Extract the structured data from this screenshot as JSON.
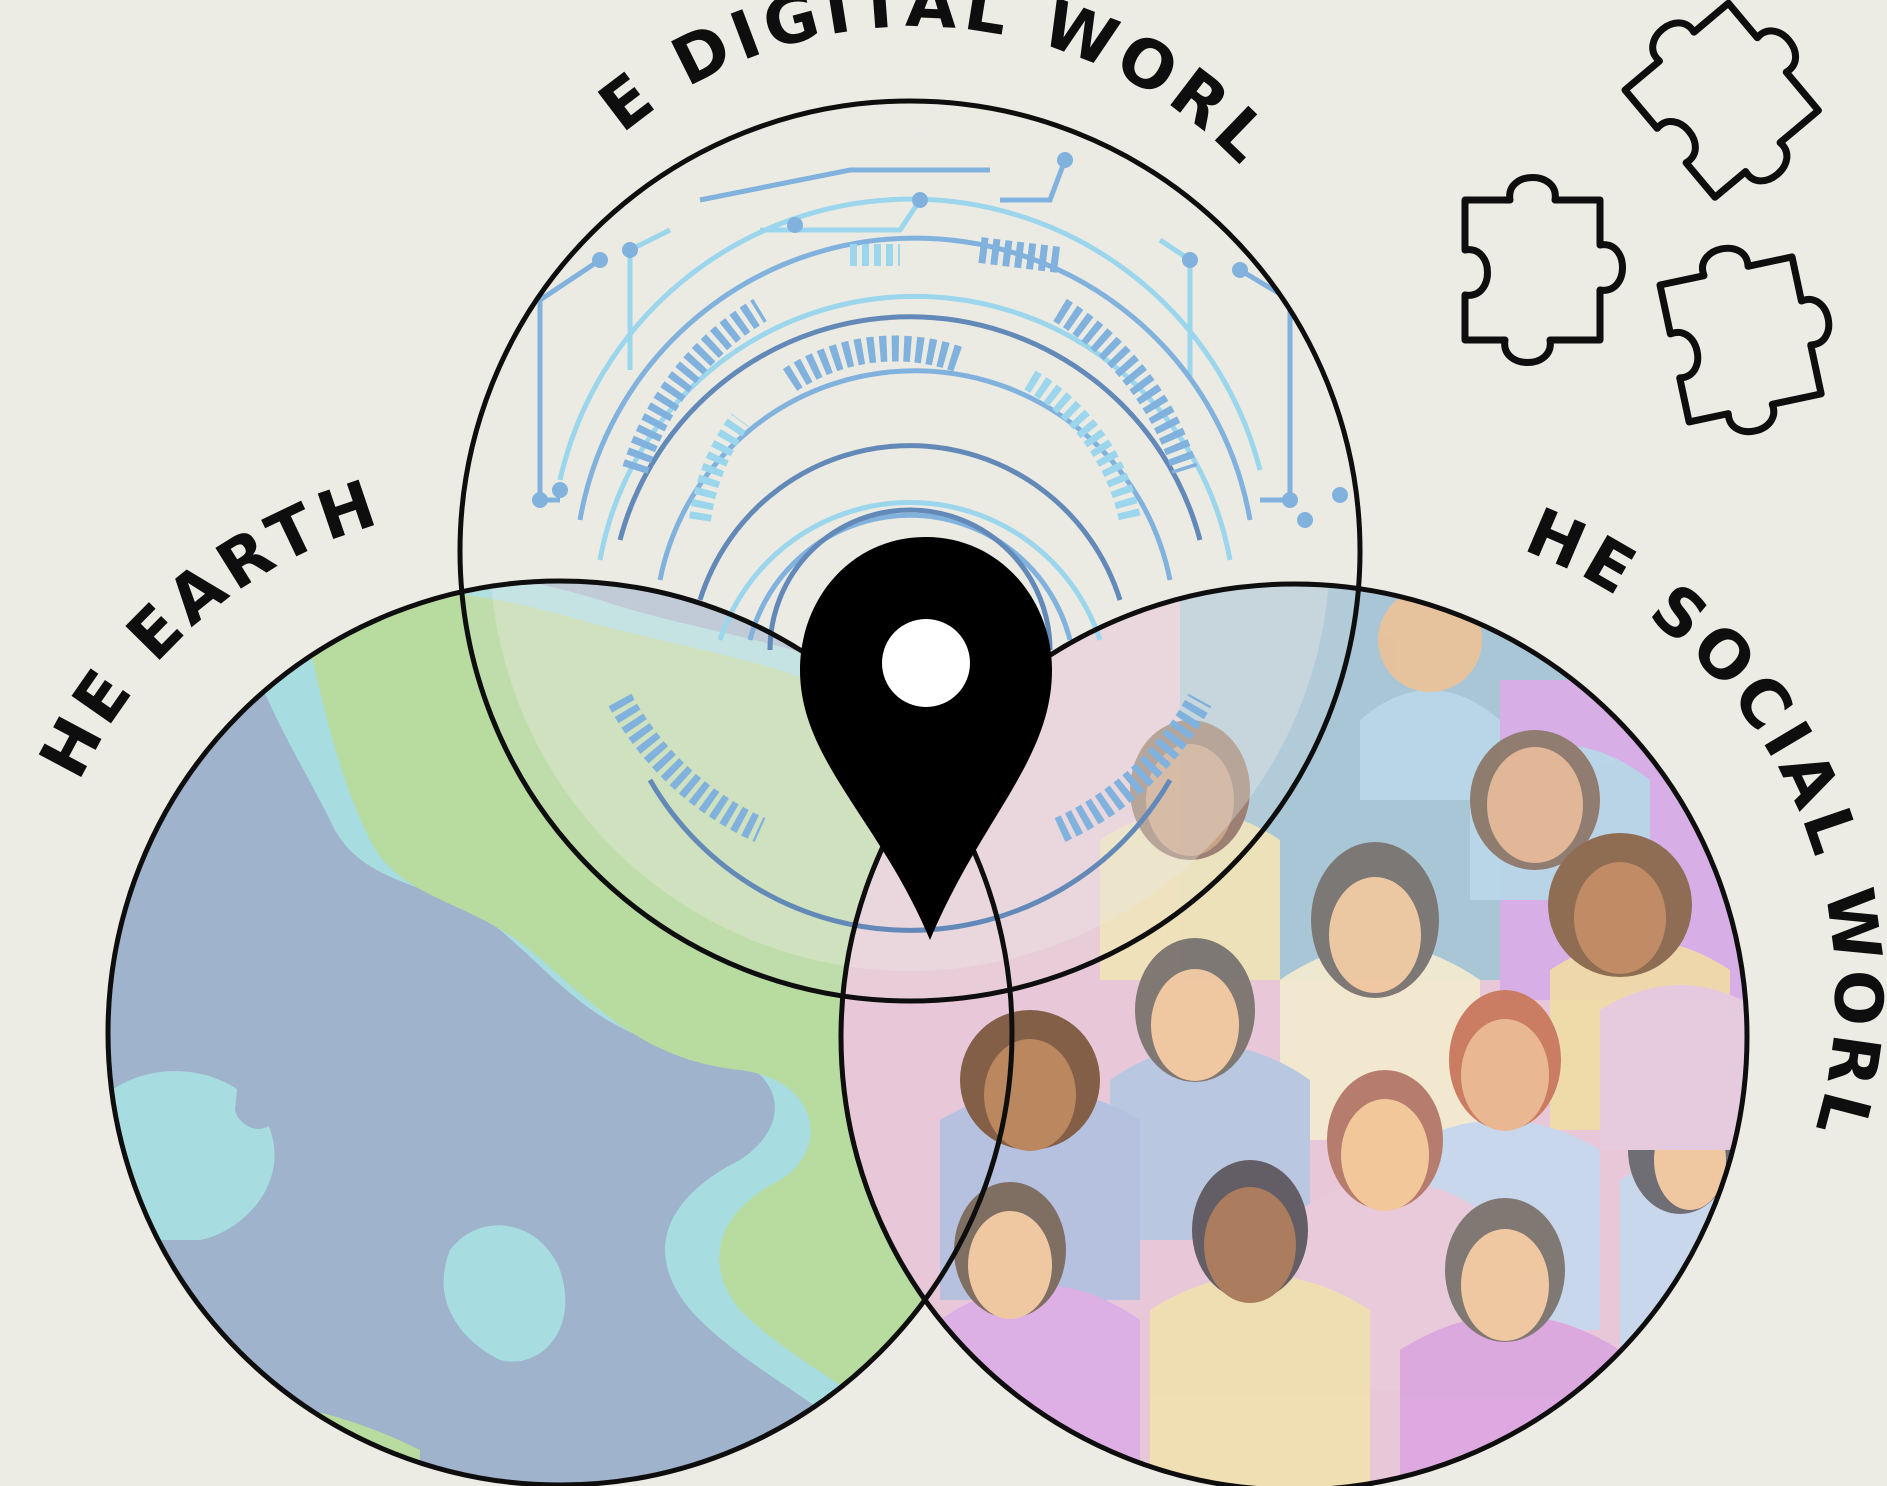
{
  "diagram": {
    "labels": {
      "digital": "THE DIGITAL WORLD",
      "earth": "THE EARTH",
      "social": "THE SOCIAL WORLD"
    },
    "colors": {
      "background": "#ecebe4",
      "outline": "#0e0e0e",
      "ocean": "#9fb3cc",
      "coast": "#a7dde0",
      "land": "#b8dba0",
      "circuit_light": "#8fd3ee",
      "circuit_mid": "#6fa8dc",
      "circuit_dark": "#4a78b0",
      "pin": "#000000"
    },
    "icons": [
      "location-pin-icon",
      "puzzle-piece-icon",
      "puzzle-piece-icon",
      "puzzle-piece-icon"
    ]
  }
}
